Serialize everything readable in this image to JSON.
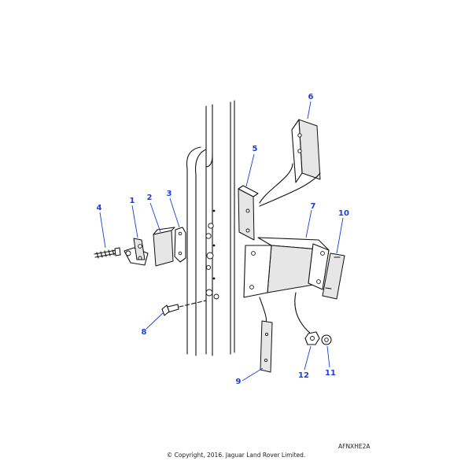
{
  "diagram": {
    "callouts": [
      "1",
      "2",
      "3",
      "4",
      "5",
      "6",
      "7",
      "8",
      "9",
      "10",
      "11",
      "12"
    ],
    "label_color": "#1a3fd6"
  },
  "footer": {
    "reference": "AFNXHE2A",
    "copyright": "© Copyright, 2016. Jaguar Land Rover Limited."
  }
}
